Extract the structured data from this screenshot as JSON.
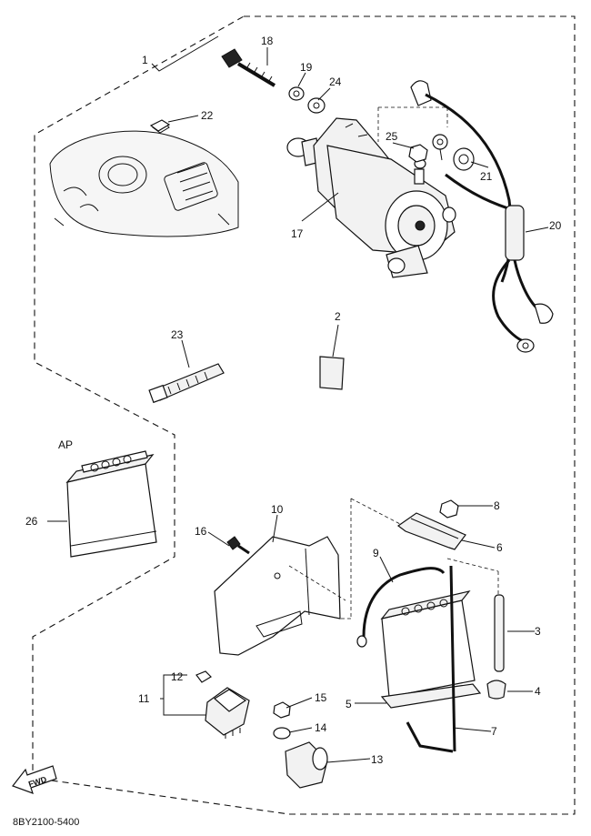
{
  "diagram": {
    "fwd_label": "FWD",
    "diagram_code": "8BY2100-5400",
    "callouts": {
      "c1": "1",
      "c2": "2",
      "c3": "3",
      "c4": "4",
      "c5": "5",
      "c6": "6",
      "c7": "7",
      "c8": "8",
      "c9": "9",
      "c10": "10",
      "c11": "11",
      "c12": "12",
      "c13": "13",
      "c14": "14",
      "c15": "15",
      "c16": "16",
      "c17": "17",
      "c18": "18",
      "c19": "19",
      "c20": "20",
      "c21": "21",
      "c22": "22",
      "c23": "23",
      "c24": "24",
      "c25": "25",
      "c26": "26",
      "ap": "AP"
    }
  }
}
